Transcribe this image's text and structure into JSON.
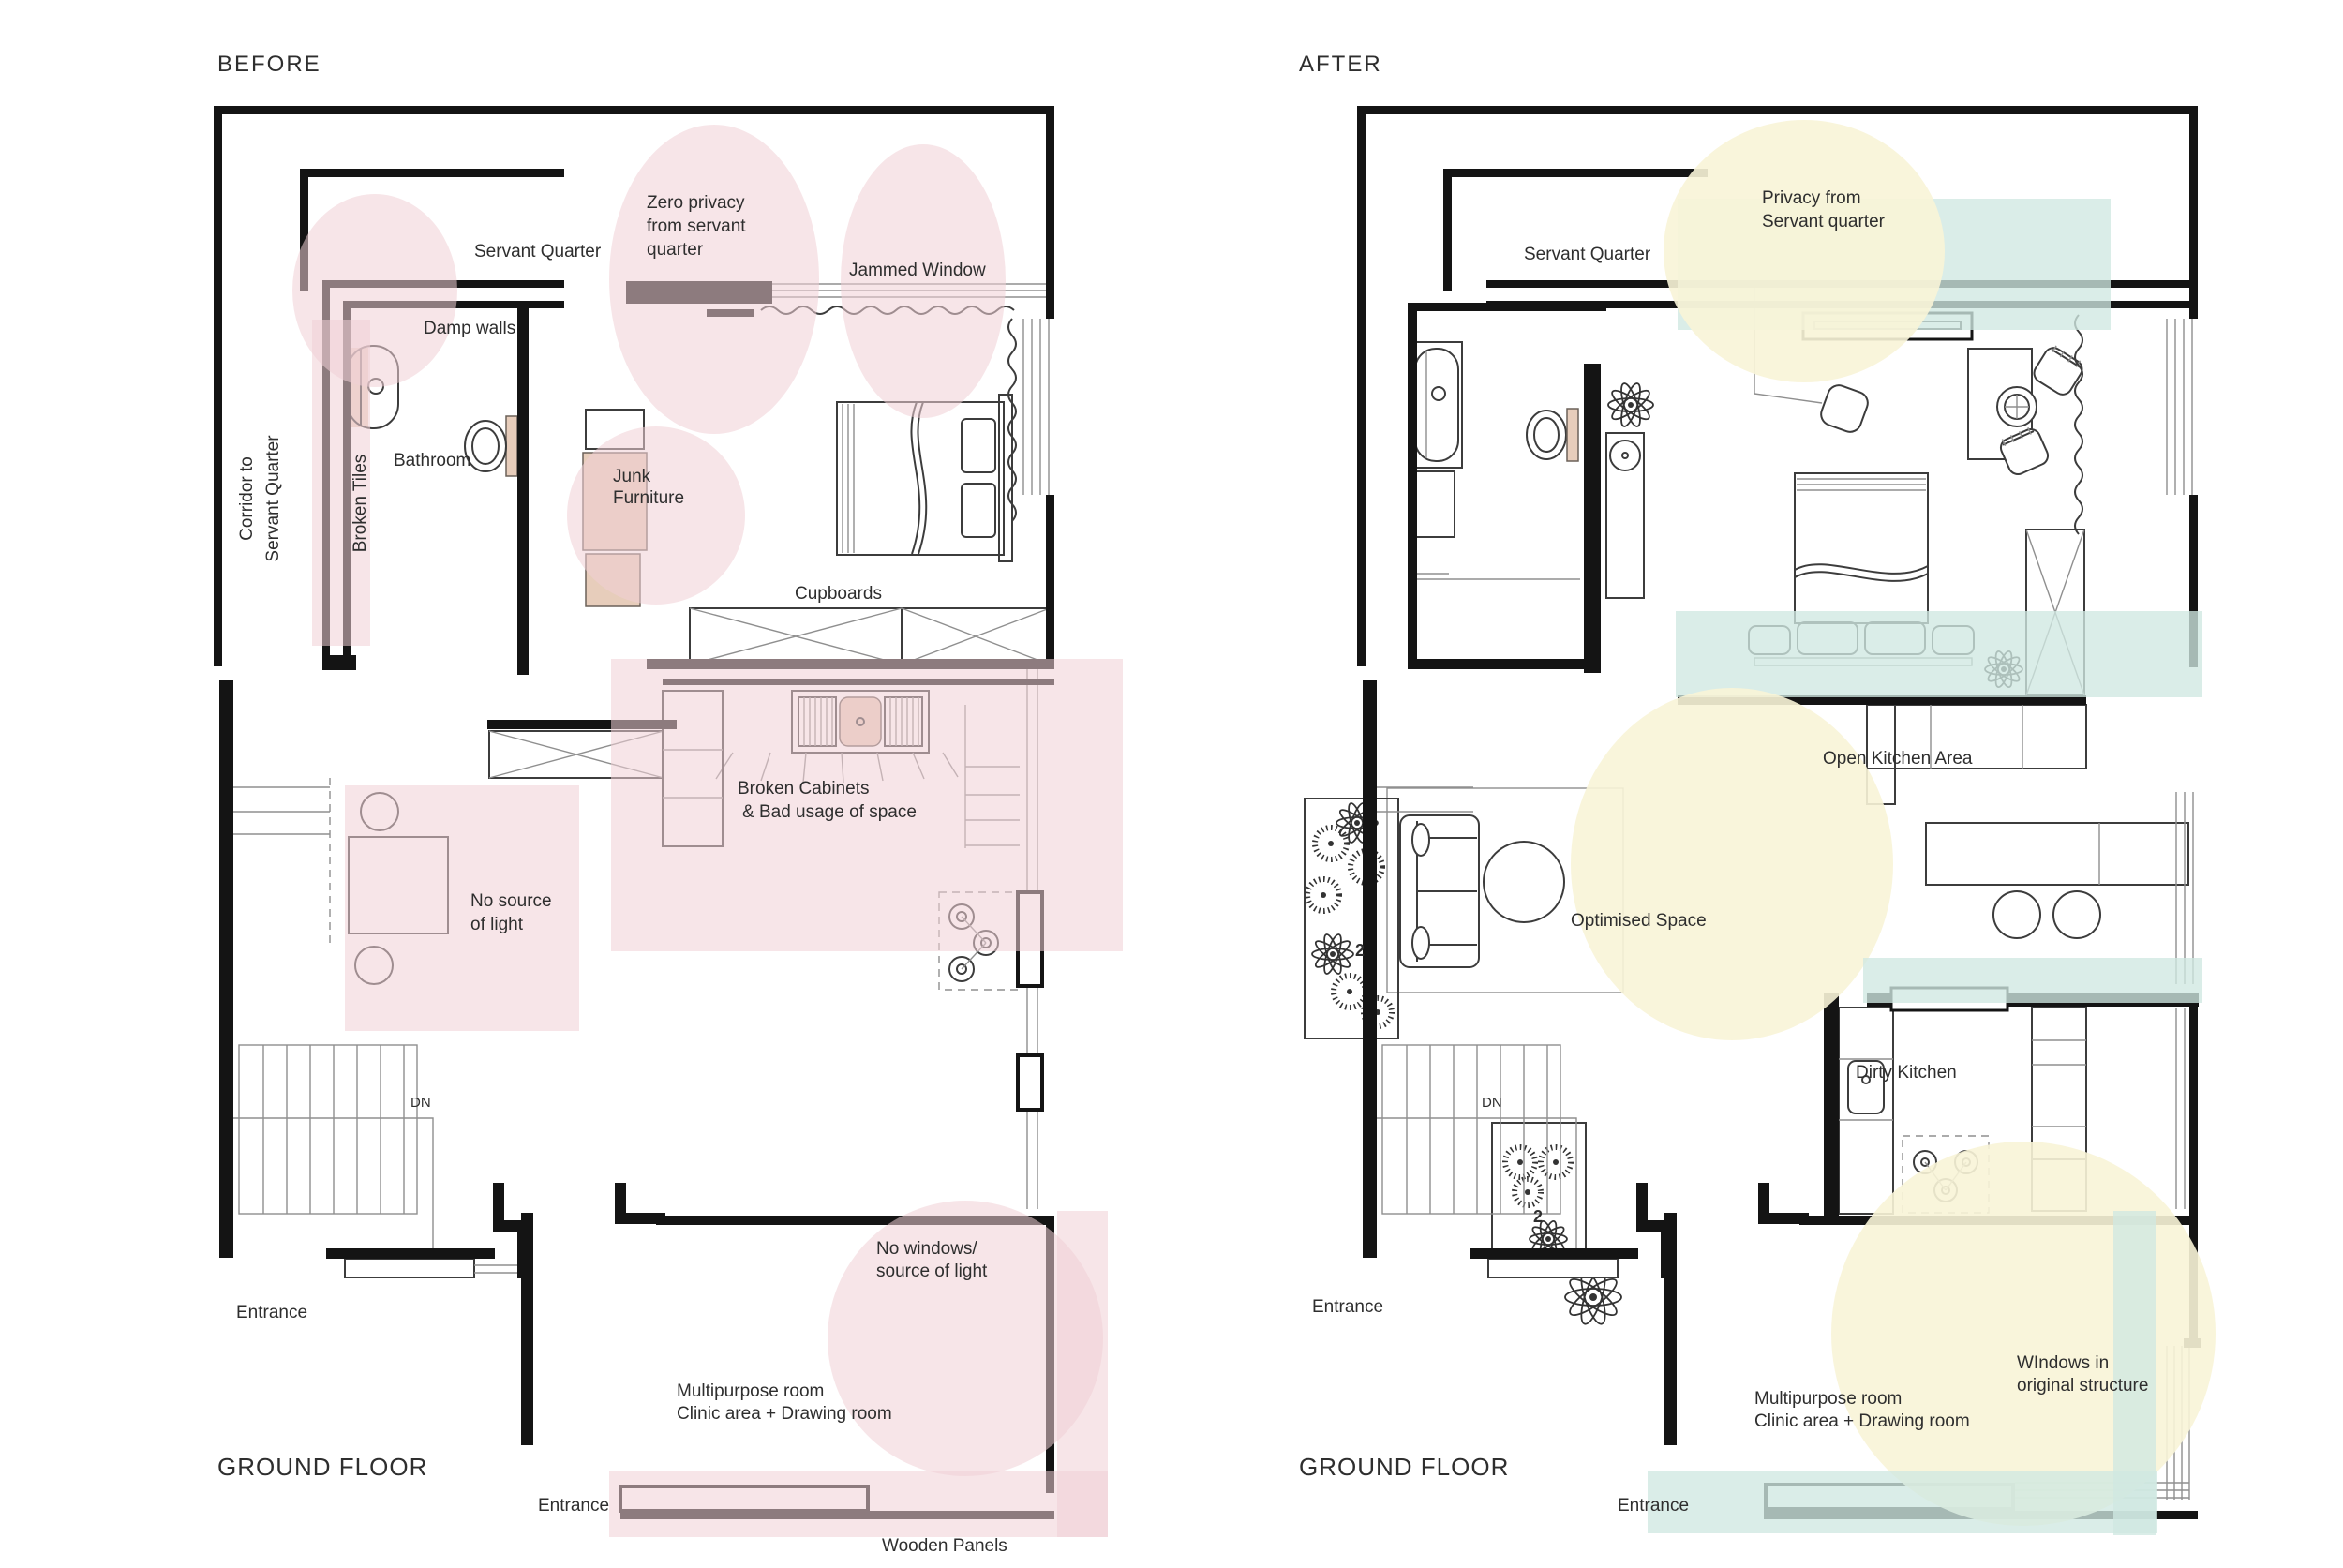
{
  "colors": {
    "highlight_pink": "#f1d0d5",
    "highlight_tan": "#e7cdbb",
    "highlight_yellow": "#f8f4d7",
    "highlight_teal": "#cfe8e2",
    "wall": "#141414",
    "text": "#2e2e2e"
  },
  "before": {
    "title": "BEFORE",
    "floor": "GROUND FLOOR",
    "labels": {
      "servant_quarter": "Servant Quarter",
      "zero_privacy": [
        "Zero privacy",
        "from servant",
        "quarter"
      ],
      "jammed_window": "Jammed Window",
      "damp_walls": "Damp walls",
      "corridor": [
        "Corridor to",
        "Servant Quarter"
      ],
      "broken_tiles": "Broken Tiles",
      "bathroom": "Bathroom",
      "junk_furniture": [
        "Junk",
        "Furniture"
      ],
      "cupboards": "Cupboards",
      "broken_cabinets": [
        "Broken Cabinets",
        "& Bad usage of space"
      ],
      "no_light": [
        "No source",
        "of light"
      ],
      "down": "DN",
      "entrance_main": "Entrance",
      "entrance_side": "Entrance",
      "no_windows": [
        "No windows/",
        "source of light"
      ],
      "multipurpose": [
        "Multipurpose room",
        "Clinic area + Drawing room"
      ],
      "wooden_panels": "Wooden Panels"
    }
  },
  "after": {
    "title": "AFTER",
    "floor": "GROUND FLOOR",
    "labels": {
      "privacy": [
        "Privacy from",
        "Servant quarter"
      ],
      "servant_quarter": "Servant Quarter",
      "open_kitchen": "Open Kitchen Area",
      "optimised_space": "Optimised Space",
      "dirty_kitchen": "Dirty Kitchen",
      "down": "DN",
      "entrance_main": "Entrance",
      "entrance_side": "Entrance",
      "plant_count_upper": "2",
      "plant_count_lower": "2",
      "multipurpose": [
        "Multipurpose room",
        "Clinic area + Drawing room"
      ],
      "windows_original": [
        "WIndows in",
        "original structure"
      ]
    }
  }
}
